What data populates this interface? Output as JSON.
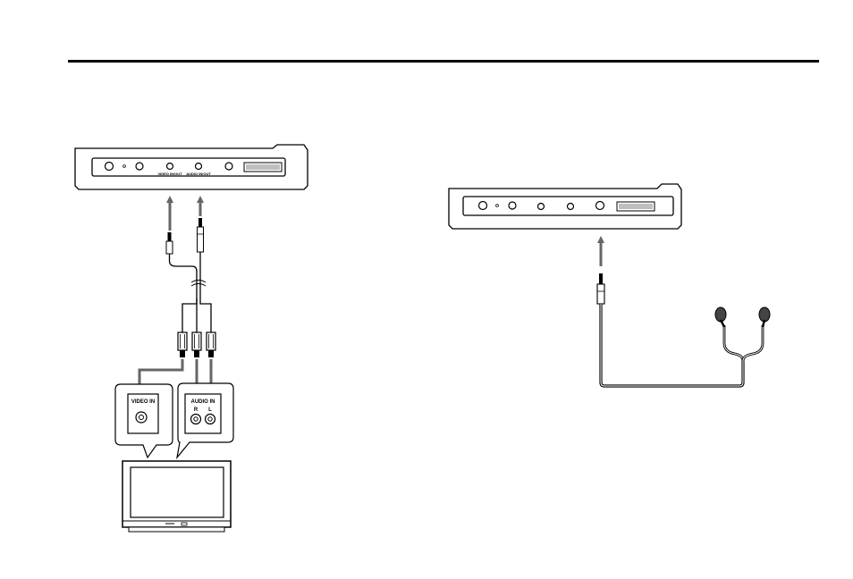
{
  "left_diagram": {
    "player_jacks": {
      "video": "VIDEO IN/OUT",
      "audio": "AUDIO IN/OUT"
    },
    "tv_panel": {
      "video_label": "VIDEO IN",
      "audio_label": "AUDIO IN",
      "right": "R",
      "left": "L"
    }
  },
  "colors": {
    "line": "#000000",
    "arrow": "#666666",
    "background": "#ffffff"
  }
}
